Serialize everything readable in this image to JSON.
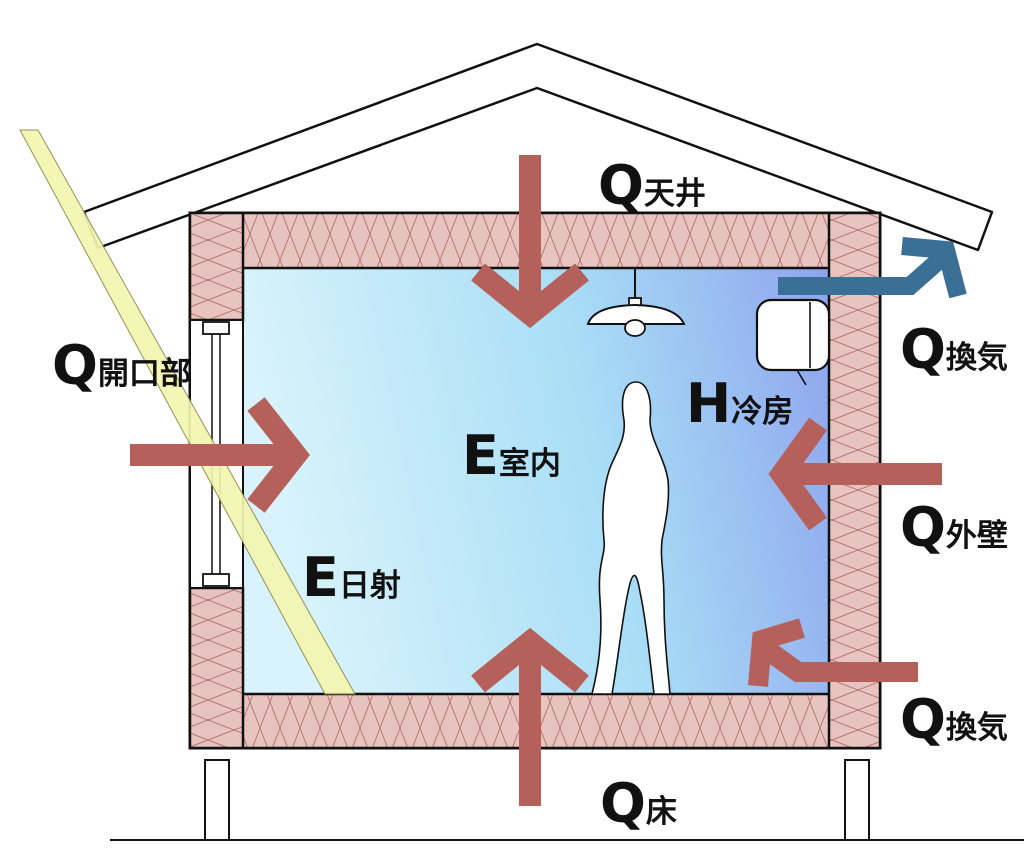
{
  "labels": {
    "q_ceiling": {
      "main": "Q",
      "sub": "天井"
    },
    "q_vent_out": {
      "main": "Q",
      "sub": "換気"
    },
    "q_opening": {
      "main": "Q",
      "sub": "開口部"
    },
    "h_cooling": {
      "main": "H",
      "sub": "冷房"
    },
    "e_room": {
      "main": "E",
      "sub": "室内"
    },
    "q_wall": {
      "main": "Q",
      "sub": "外壁"
    },
    "e_solar": {
      "main": "E",
      "sub": "日射"
    },
    "q_vent_in": {
      "main": "Q",
      "sub": "換気"
    },
    "q_floor": {
      "main": "Q",
      "sub": "床"
    }
  },
  "colors": {
    "arrow_heat": "#b5605a",
    "arrow_vent": "#3a6f96",
    "insulation": "#e8c4c0",
    "insulation_line": "#b0726d",
    "sunlight": "#f4f6b0",
    "room_light": "#d6f2fb",
    "room_dark": "#8ea4ee",
    "outline": "#111111"
  },
  "icons": [
    "ceiling-lamp-icon",
    "air-conditioner-icon",
    "person-silhouette-icon"
  ]
}
